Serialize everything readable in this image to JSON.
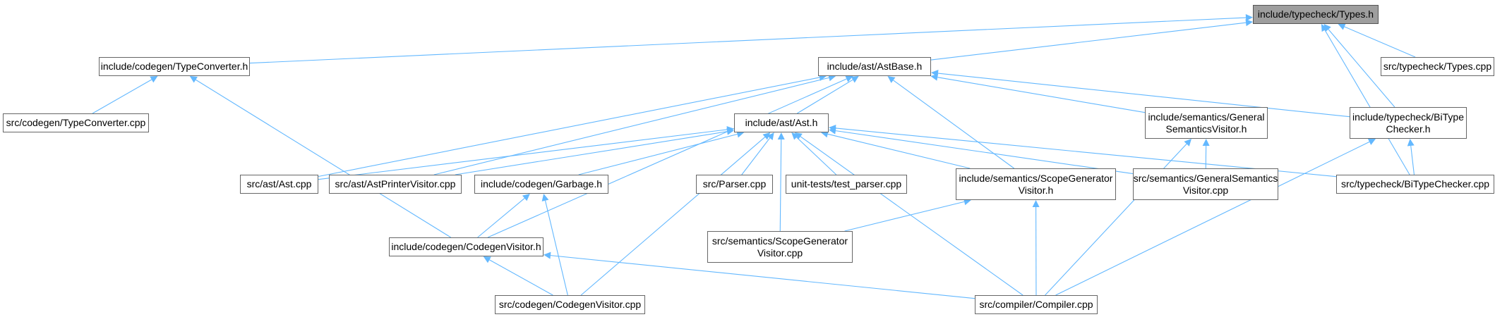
{
  "colors": {
    "edge": "#63b8ff",
    "node_border": "#666666",
    "focus_fill": "#9e9e9e"
  },
  "nodes": {
    "types_h": {
      "lines": [
        "include/typecheck/Types.h"
      ]
    },
    "typeconverter_h": {
      "lines": [
        "include/codegen/TypeConverter.h"
      ]
    },
    "astbase_h": {
      "lines": [
        "include/ast/AstBase.h"
      ]
    },
    "types_cpp": {
      "lines": [
        "src/typecheck/Types.cpp"
      ]
    },
    "typeconverter_cpp": {
      "lines": [
        "src/codegen/TypeConverter.cpp"
      ]
    },
    "ast_h": {
      "lines": [
        "include/ast/Ast.h"
      ]
    },
    "gsv_h": {
      "lines": [
        "include/semantics/General",
        "SemanticsVisitor.h"
      ]
    },
    "bitype_h": {
      "lines": [
        "include/typecheck/BiType",
        "Checker.h"
      ]
    },
    "ast_cpp": {
      "lines": [
        "src/ast/Ast.cpp"
      ]
    },
    "astprinter_cpp": {
      "lines": [
        "src/ast/AstPrinterVisitor.cpp"
      ]
    },
    "garbage_h": {
      "lines": [
        "include/codegen/Garbage.h"
      ]
    },
    "parser_cpp": {
      "lines": [
        "src/Parser.cpp"
      ]
    },
    "test_parser_cpp": {
      "lines": [
        "unit-tests/test_parser.cpp"
      ]
    },
    "sgv_h": {
      "lines": [
        "include/semantics/ScopeGenerator",
        "Visitor.h"
      ]
    },
    "gsv_cpp": {
      "lines": [
        "src/semantics/GeneralSemantics",
        "Visitor.cpp"
      ]
    },
    "bitype_cpp": {
      "lines": [
        "src/typecheck/BiTypeChecker.cpp"
      ]
    },
    "codegen_h": {
      "lines": [
        "include/codegen/CodegenVisitor.h"
      ]
    },
    "sgv_cpp": {
      "lines": [
        "src/semantics/ScopeGenerator",
        "Visitor.cpp"
      ]
    },
    "codegen_cpp": {
      "lines": [
        "src/codegen/CodegenVisitor.cpp"
      ]
    },
    "compiler_cpp": {
      "lines": [
        "src/compiler/Compiler.cpp"
      ]
    }
  },
  "edges": [
    [
      "typeconverter_h",
      "types_h"
    ],
    [
      "astbase_h",
      "types_h"
    ],
    [
      "types_cpp",
      "types_h"
    ],
    [
      "bitype_h",
      "types_h"
    ],
    [
      "bitype_cpp",
      "types_h"
    ],
    [
      "typeconverter_cpp",
      "typeconverter_h"
    ],
    [
      "codegen_h",
      "typeconverter_h"
    ],
    [
      "ast_h",
      "astbase_h"
    ],
    [
      "gsv_h",
      "astbase_h"
    ],
    [
      "bitype_h",
      "astbase_h"
    ],
    [
      "ast_cpp",
      "astbase_h"
    ],
    [
      "astprinter_cpp",
      "astbase_h"
    ],
    [
      "sgv_h",
      "astbase_h"
    ],
    [
      "codegen_h",
      "astbase_h"
    ],
    [
      "ast_cpp",
      "ast_h"
    ],
    [
      "astprinter_cpp",
      "ast_h"
    ],
    [
      "garbage_h",
      "ast_h"
    ],
    [
      "parser_cpp",
      "ast_h"
    ],
    [
      "test_parser_cpp",
      "ast_h"
    ],
    [
      "sgv_h",
      "ast_h"
    ],
    [
      "gsv_cpp",
      "ast_h"
    ],
    [
      "bitype_cpp",
      "ast_h"
    ],
    [
      "sgv_cpp",
      "ast_h"
    ],
    [
      "codegen_cpp",
      "ast_h"
    ],
    [
      "compiler_cpp",
      "ast_h"
    ],
    [
      "gsv_cpp",
      "gsv_h"
    ],
    [
      "compiler_cpp",
      "gsv_h"
    ],
    [
      "bitype_cpp",
      "bitype_h"
    ],
    [
      "compiler_cpp",
      "bitype_h"
    ],
    [
      "codegen_h",
      "garbage_h"
    ],
    [
      "codegen_cpp",
      "garbage_h"
    ],
    [
      "sgv_cpp",
      "sgv_h"
    ],
    [
      "compiler_cpp",
      "sgv_h"
    ],
    [
      "codegen_cpp",
      "codegen_h"
    ],
    [
      "compiler_cpp",
      "codegen_h"
    ]
  ]
}
